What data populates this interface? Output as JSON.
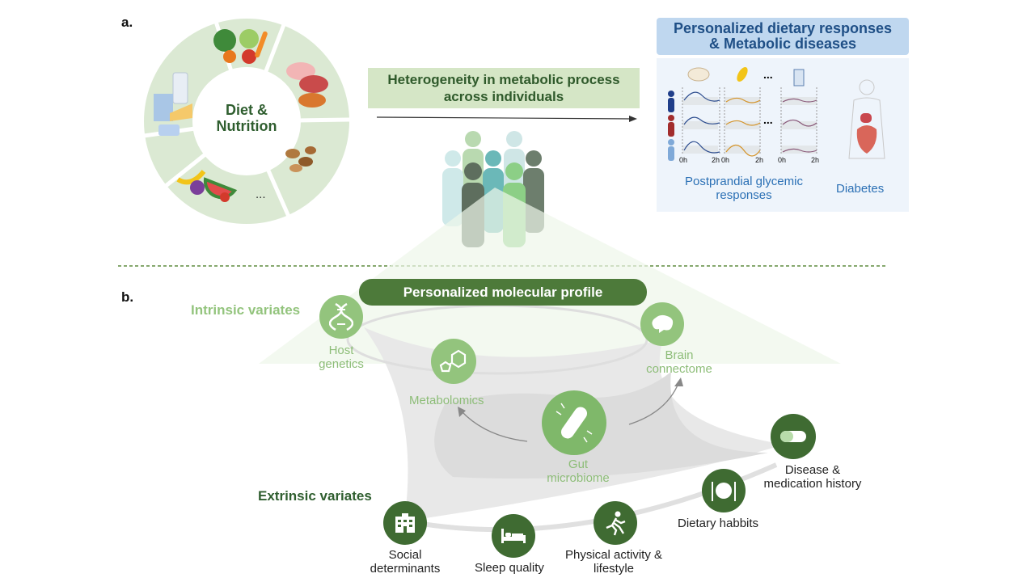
{
  "panel_a": {
    "label": "a.",
    "diet": {
      "line1": "Diet &",
      "line2": "Nutrition",
      "ellipsis": "..."
    },
    "heterogeneity": {
      "line1": "Heterogeneity in metabolic process",
      "line2": "across individuals"
    },
    "personalized": {
      "line1": "Personalized dietary responses",
      "line2": "& Metabolic diseases"
    },
    "responses": {
      "ellipsis": "...",
      "axis_start": "0h",
      "axis_end": "2h",
      "ppgr_line1": "Postprandial glycemic",
      "ppgr_line2": "responses",
      "diabetes": "Diabetes"
    }
  },
  "panel_b": {
    "label": "b.",
    "profile": "Personalized molecular profile",
    "intrinsic_heading": "Intrinsic variates",
    "extrinsic_heading": "Extrinsic variates",
    "intrinsic": {
      "host_l1": "Host",
      "host_l2": "genetics",
      "brain_l1": "Brain",
      "brain_l2": "connectome",
      "metabolomics": "Metabolomics",
      "gut_l1": "Gut",
      "gut_l2": "microbiome"
    },
    "extrinsic": {
      "social_l1": "Social",
      "social_l2": "determinants",
      "sleep": "Sleep quality",
      "phys_l1": "Physical activity &",
      "phys_l2": "lifestyle",
      "dietary": "Dietary habbits",
      "disease_l1": "Disease &",
      "disease_l2": "medication history"
    }
  },
  "colors": {
    "light_green": "#93c47d",
    "dark_green": "#4d7a3a",
    "blue_text": "#2b70b5",
    "title_blue": "#1f4f86"
  }
}
